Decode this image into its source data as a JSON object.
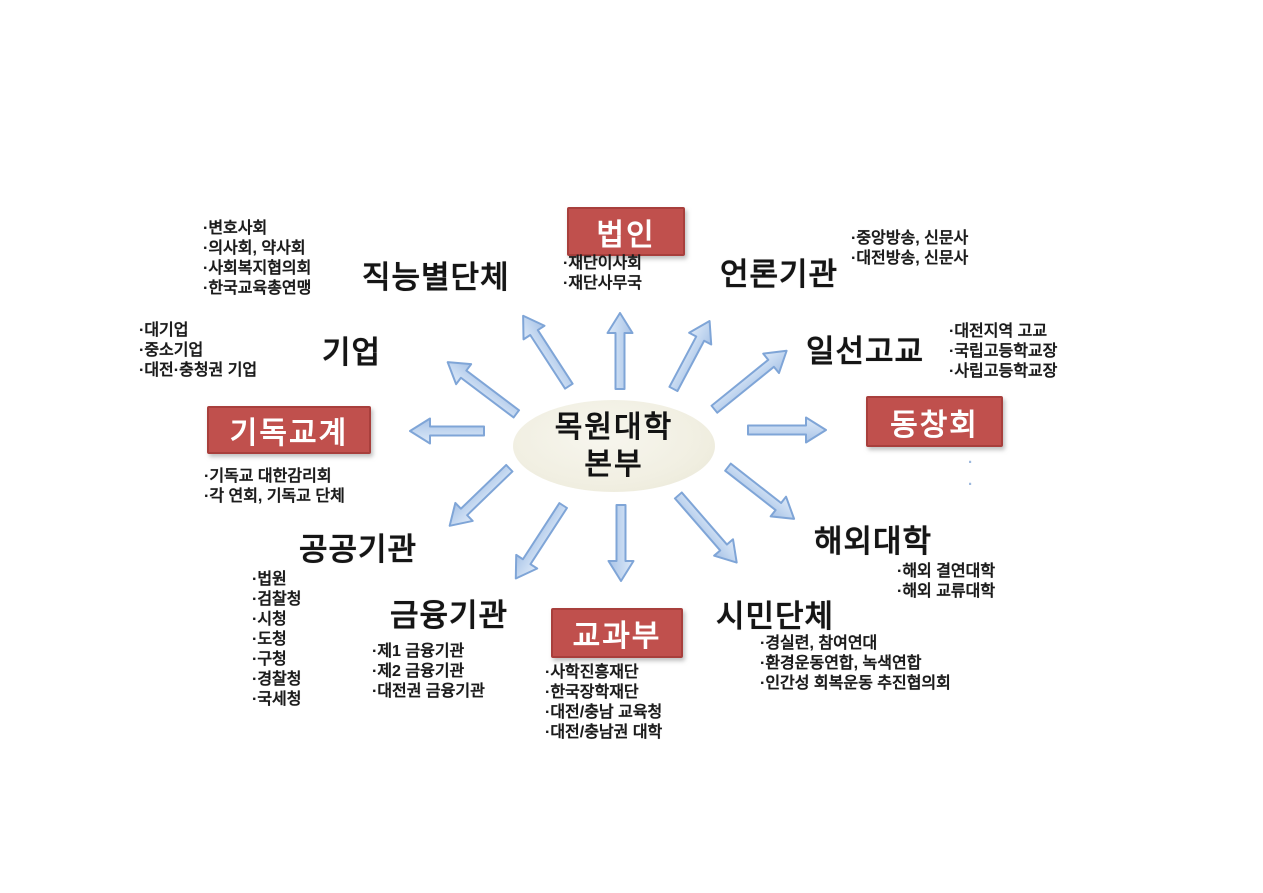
{
  "center": {
    "line1": "목원대학",
    "line2": "본부"
  },
  "nodes": [
    {
      "id": "corporation",
      "label": "법인",
      "type": "red-box",
      "items": [
        "·재단이사회",
        "·재단사무국"
      ]
    },
    {
      "id": "functional-orgs",
      "label": "직능별단체",
      "type": "text",
      "items": [
        "·변호사회",
        "·의사회, 약사회",
        "·사회복지협의회",
        "·한국교육총연맹"
      ]
    },
    {
      "id": "media",
      "label": "언론기관",
      "type": "text",
      "items": [
        "·중앙방송, 신문사",
        "·대전방송, 신문사"
      ]
    },
    {
      "id": "companies",
      "label": "기업",
      "type": "text",
      "items": [
        "·대기업",
        "·중소기업",
        "·대전·충청권 기업"
      ]
    },
    {
      "id": "high-schools",
      "label": "일선고교",
      "type": "text",
      "items": [
        "·대전지역 고교",
        "·국립고등학교장",
        "·사립고등학교장"
      ]
    },
    {
      "id": "christian",
      "label": "기독교계",
      "type": "red-box",
      "items": [
        "·기독교 대한감리회",
        "·각 연회, 기독교 단체"
      ]
    },
    {
      "id": "alumni",
      "label": "동창회",
      "type": "red-box",
      "items": [],
      "faint_marks": [
        "·",
        "·"
      ]
    },
    {
      "id": "public-institutions",
      "label": "공공기관",
      "type": "text",
      "items": [
        "·법원",
        "·검찰청",
        "·시청",
        "·도청",
        "·구청",
        "·경찰청",
        "·국세청"
      ]
    },
    {
      "id": "overseas-universities",
      "label": "해외대학",
      "type": "text",
      "items": [
        "·해외 결연대학",
        "·해외 교류대학"
      ]
    },
    {
      "id": "financial",
      "label": "금융기관",
      "type": "text",
      "items": [
        "·제1 금융기관",
        "·제2 금융기관",
        "·대전권 금융기관"
      ]
    },
    {
      "id": "ministry",
      "label": "교과부",
      "type": "red-box",
      "items": [
        "·사학진흥재단",
        "·한국장학재단",
        "·대전/충남 교육청",
        "·대전/충남권 대학"
      ]
    },
    {
      "id": "civic-groups",
      "label": "시민단체",
      "type": "text",
      "items": [
        "·경실련, 참여연대",
        "·환경운동연합, 녹색연합",
        "·인간성 회복운동 추진협의회"
      ]
    }
  ],
  "connections": [
    "corporation",
    "media",
    "high-schools",
    "alumni",
    "overseas-universities",
    "civic-groups",
    "ministry",
    "financial",
    "public-institutions",
    "christian",
    "companies",
    "functional-orgs"
  ],
  "colors": {
    "red_box_bg": "#C0504D",
    "red_box_border": "#A83F3C",
    "arrow_fill": "#C3D7F0",
    "arrow_border": "#7FA5D7",
    "hub_bg": "#F1EFE2",
    "text": "#111111",
    "background": "#FFFFFF"
  }
}
